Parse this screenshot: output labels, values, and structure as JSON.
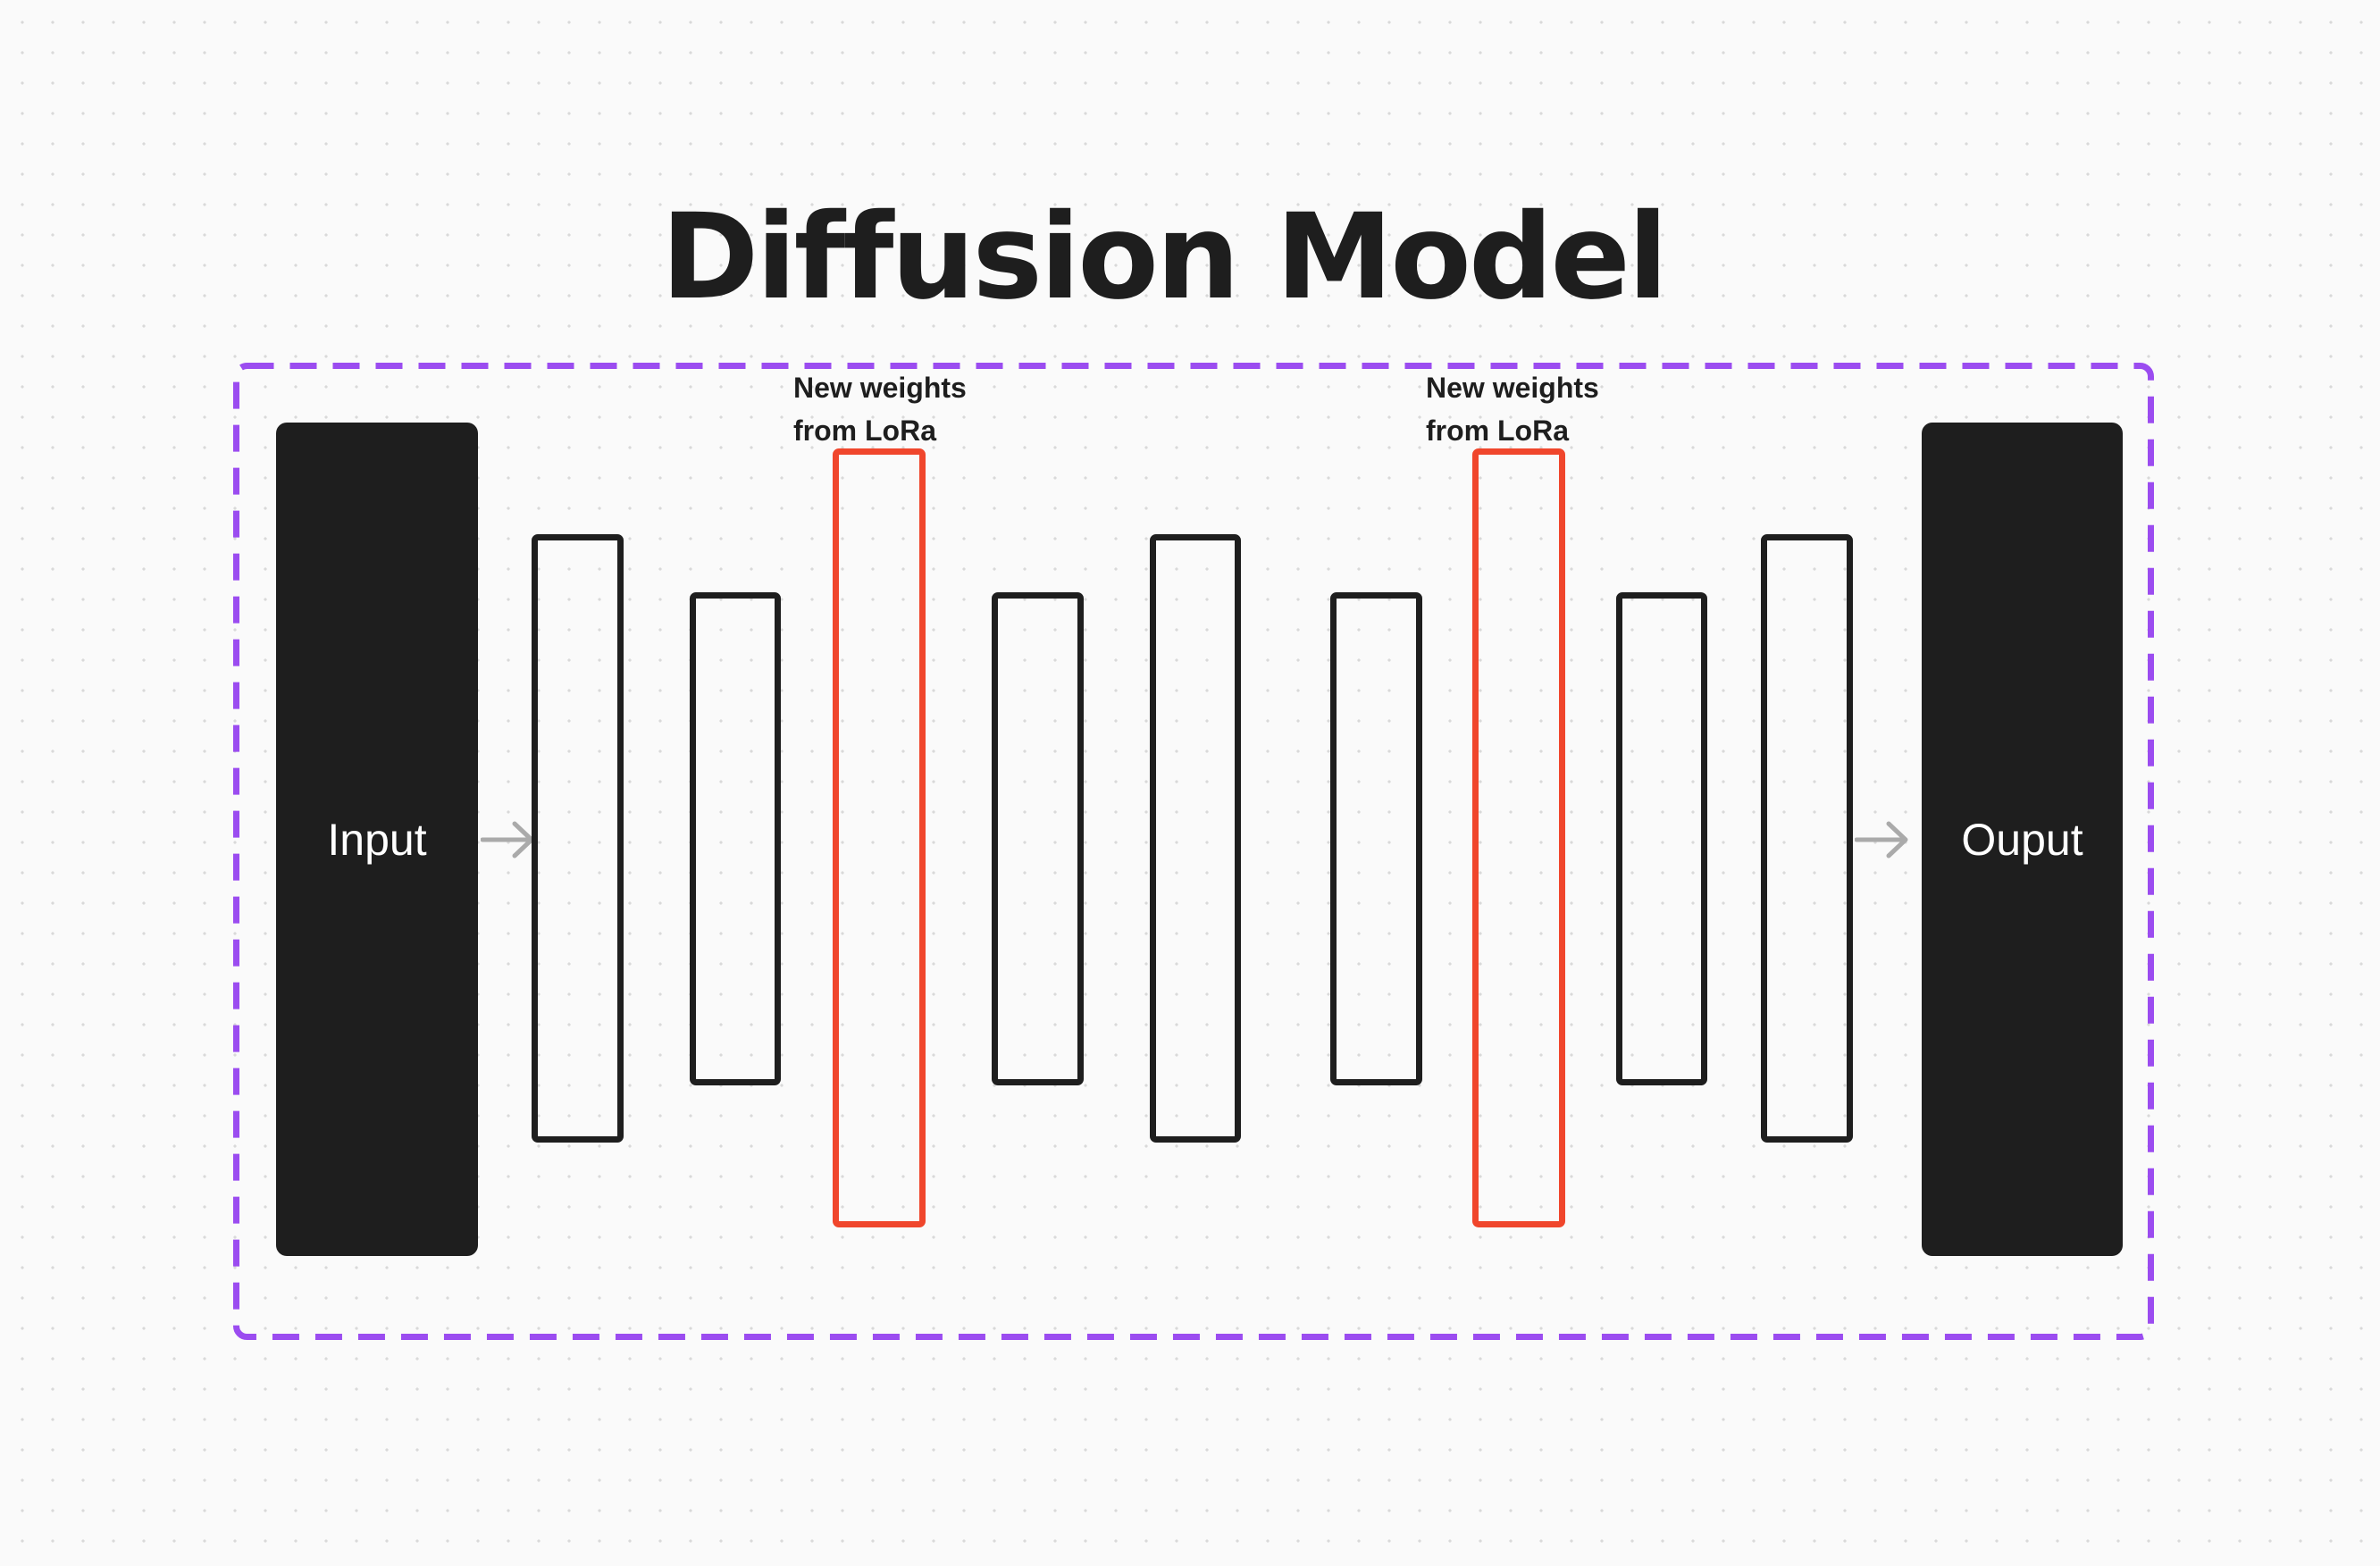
{
  "diagram": {
    "title": "Diffusion Model",
    "input_label": "Input",
    "output_label": "Ouput",
    "lora_note_line1": "New weights",
    "lora_note_line2": "from LoRa",
    "colors": {
      "frame": "#9b4cf0",
      "block": "#1e1e1e",
      "layer_outline": "#1e1e1e",
      "lora_outline": "#f0462c",
      "arrow": "#aaaaaa",
      "background": "#fafafa"
    },
    "layers": [
      {
        "kind": "standard"
      },
      {
        "kind": "standard"
      },
      {
        "kind": "lora"
      },
      {
        "kind": "standard"
      },
      {
        "kind": "standard"
      },
      {
        "kind": "standard"
      },
      {
        "kind": "lora"
      },
      {
        "kind": "standard"
      },
      {
        "kind": "standard"
      }
    ]
  }
}
